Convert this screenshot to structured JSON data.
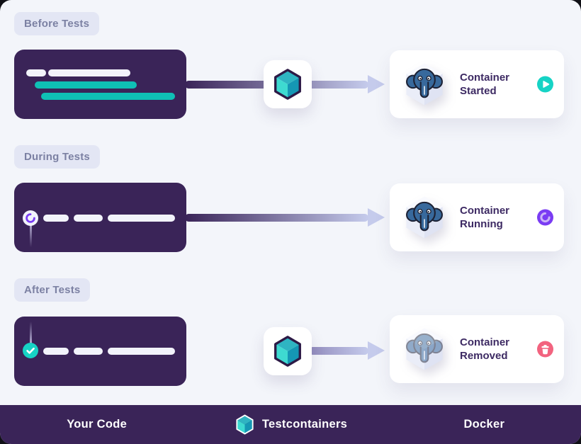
{
  "sections": [
    {
      "phase_label": "Before Tests",
      "card": {
        "title": "Container Started",
        "status": "started"
      },
      "status_icon": "play-icon",
      "status_color": "#16d3c5"
    },
    {
      "phase_label": "During Tests",
      "card": {
        "title": "Container Running",
        "status": "running"
      },
      "status_icon": "spinner-icon",
      "status_color": "#7a3cf3"
    },
    {
      "phase_label": "After Tests",
      "card": {
        "title": "Container Removed",
        "status": "removed"
      },
      "status_icon": "trash-icon",
      "status_color": "#f2637f"
    }
  ],
  "footer": {
    "left_label": "Your Code",
    "center_label": "Testcontainers",
    "right_label": "Docker"
  },
  "icons": {
    "middleware": "testcontainers-cube-icon",
    "database": "postgresql-elephant-icon"
  },
  "colors": {
    "background": "#f3f5fa",
    "code_block": "#3a2458",
    "accent_teal": "#0fc0b5",
    "badge_bg": "#e3e6f4",
    "badge_text": "#7c81a3",
    "card_title": "#3d2a63",
    "footer_bg": "#3a2458",
    "status_started": "#16d3c5",
    "status_running": "#7a3cf3",
    "status_removed": "#f2637f",
    "arrow_gradient_start": "#3a2458",
    "arrow_gradient_end": "#c5cbec",
    "postgres_blue": "#38699c"
  }
}
